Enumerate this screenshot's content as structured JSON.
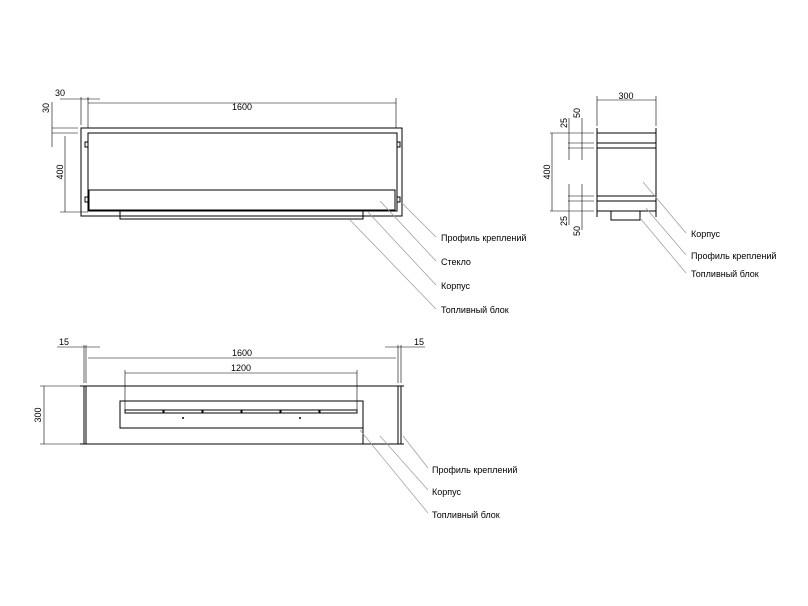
{
  "front_view": {
    "dim_width": "1600",
    "dim_offset_h": "30",
    "dim_offset_v": "30",
    "dim_height": "400",
    "labels": [
      "Профиль креплений",
      "Стекло",
      "Корпус",
      "Топливный блок"
    ]
  },
  "side_view": {
    "dim_depth": "300",
    "dim_height": "400",
    "dim_top_25": "25",
    "dim_top_50": "50",
    "dim_bottom_25": "25",
    "dim_bottom_50": "50",
    "labels": [
      "Корпус",
      "Профиль креплений",
      "Топливный блок"
    ]
  },
  "top_view": {
    "dim_width": "1600",
    "dim_burner": "1200",
    "dim_left_15": "15",
    "dim_right_15": "15",
    "dim_depth": "300",
    "labels": [
      "Профиль креплений",
      "Корпус",
      "Топливный блок"
    ]
  }
}
